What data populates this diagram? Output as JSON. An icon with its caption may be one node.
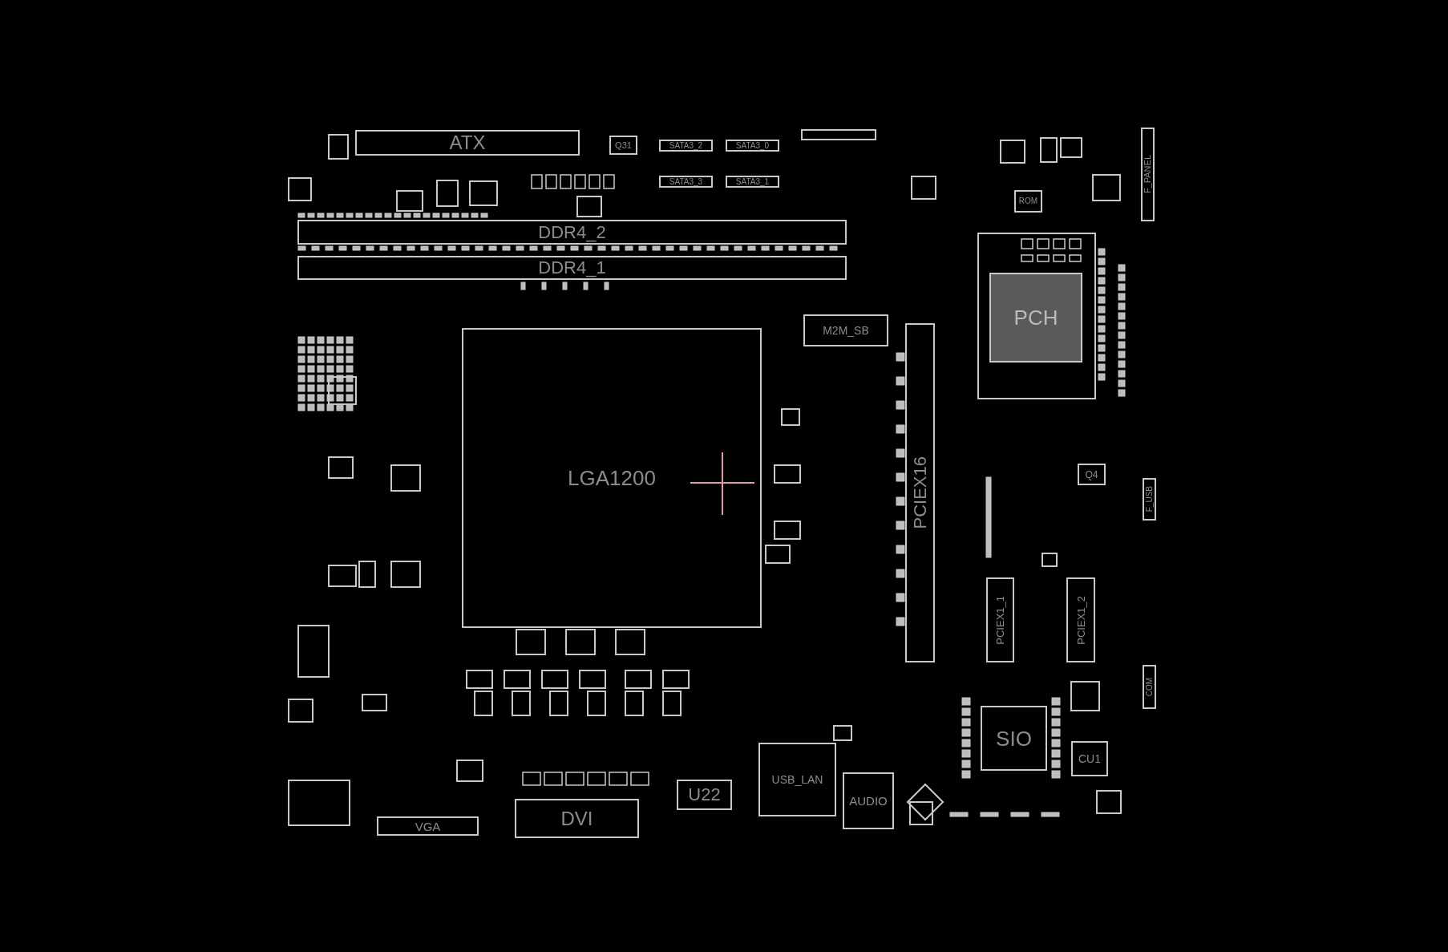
{
  "diagram": {
    "nodes": [
      {
        "text": [
          "ATX"
        ]
      },
      {
        "text": [
          "Q31"
        ]
      },
      {
        "text": [
          "SATA3_2"
        ]
      },
      {
        "text": [
          "SATA3_0"
        ]
      },
      {
        "text": [
          "SATA3_3"
        ]
      },
      {
        "text": [
          "SATA3_1"
        ]
      },
      {
        "text": [
          "F_PANEL"
        ]
      },
      {
        "text": [
          "ROM"
        ]
      },
      {
        "text": [
          "DDR4_2"
        ]
      },
      {
        "text": [
          "DDR4_1"
        ]
      },
      {
        "text": [
          "PCH"
        ]
      },
      {
        "text": [
          "M2M_SB"
        ]
      },
      {
        "text": [
          "LGA1200"
        ]
      },
      {
        "text": [
          "PCIEX16"
        ]
      },
      {
        "text": [
          "Q4"
        ]
      },
      {
        "text": [
          "F_USB"
        ]
      },
      {
        "text": [
          "PCIEX1_1"
        ]
      },
      {
        "text": [
          "PCIEX1_2"
        ]
      },
      {
        "text": [
          "COM"
        ]
      },
      {
        "text": [
          "SIO"
        ]
      },
      {
        "text": [
          "CU1"
        ]
      },
      {
        "text": [
          "VGA"
        ]
      },
      {
        "text": [
          "DVI"
        ]
      },
      {
        "text": [
          "U22"
        ]
      },
      {
        "text": [
          "USB_LAN"
        ]
      },
      {
        "text": [
          "AUDIO"
        ]
      }
    ]
  }
}
